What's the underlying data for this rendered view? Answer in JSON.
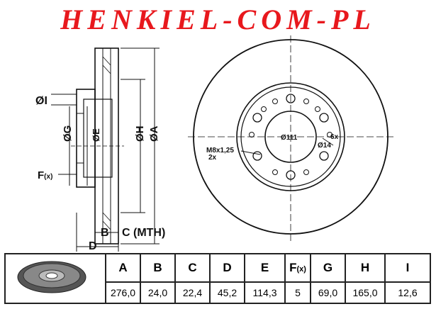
{
  "watermark": "HENKIEL-COM-PL",
  "side_view": {
    "dim_i": "ØI",
    "dim_g": "ØG",
    "dim_e": "ØE",
    "dim_h": "ØH",
    "dim_a": "ØA",
    "dim_f": "F",
    "dim_f_sub": "(x)",
    "dim_b": "B",
    "dim_c": "C (MTH)",
    "dim_d": "D"
  },
  "front_view": {
    "center_bore": "Ø111",
    "bolt_count": "6x",
    "bolt_diameter": "Ø14",
    "thread": "M8x1,25",
    "thread_count": "2x"
  },
  "table": {
    "headers": [
      "A",
      "B",
      "C",
      "D",
      "E",
      "F",
      "G",
      "H",
      "I"
    ],
    "f_suffix": "(x)",
    "values": [
      "276,0",
      "24,0",
      "22,4",
      "45,2",
      "114,3",
      "5",
      "69,0",
      "165,0",
      "12,6"
    ]
  },
  "colors": {
    "watermark": "#e8181d",
    "line": "#111111"
  }
}
